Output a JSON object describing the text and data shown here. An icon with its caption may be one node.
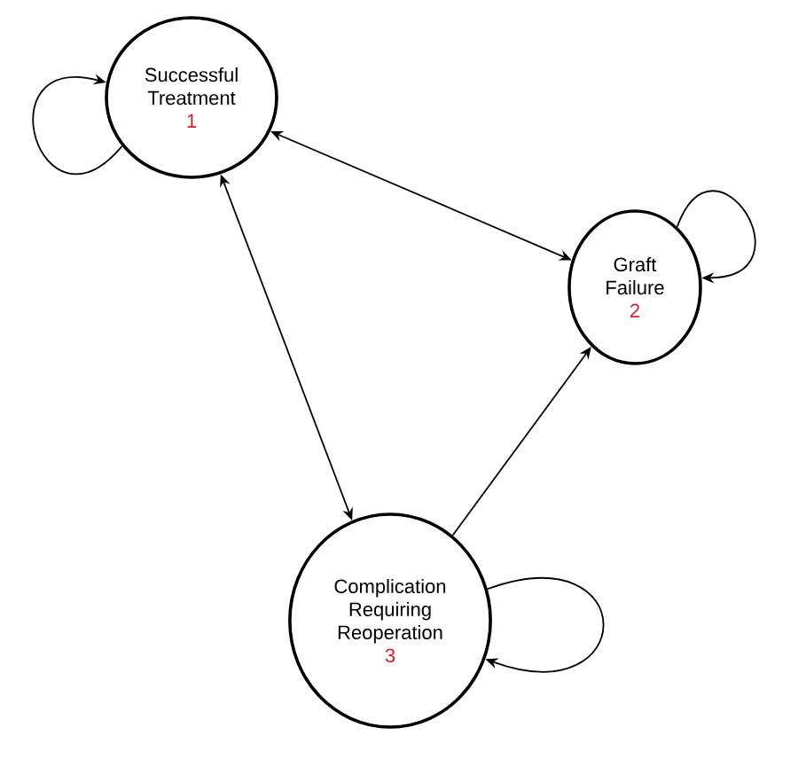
{
  "diagram": {
    "nodes": [
      {
        "text": [
          "Successful Treatment",
          "1"
        ]
      },
      {
        "text": [
          "Graft Failure",
          "2"
        ]
      },
      {
        "text": [
          "Complication Requiring Reoperation",
          "3"
        ]
      }
    ],
    "edges": [
      {
        "from": 0,
        "to": 0,
        "arrow": "to"
      },
      {
        "from": 1,
        "to": 1,
        "arrow": "to"
      },
      {
        "from": 2,
        "to": 2,
        "arrow": "to"
      },
      {
        "from": 0,
        "to": 1,
        "arrow": "both"
      },
      {
        "from": 0,
        "to": 2,
        "arrow": "both"
      },
      {
        "from": 2,
        "to": 1,
        "arrow": "to"
      }
    ]
  }
}
